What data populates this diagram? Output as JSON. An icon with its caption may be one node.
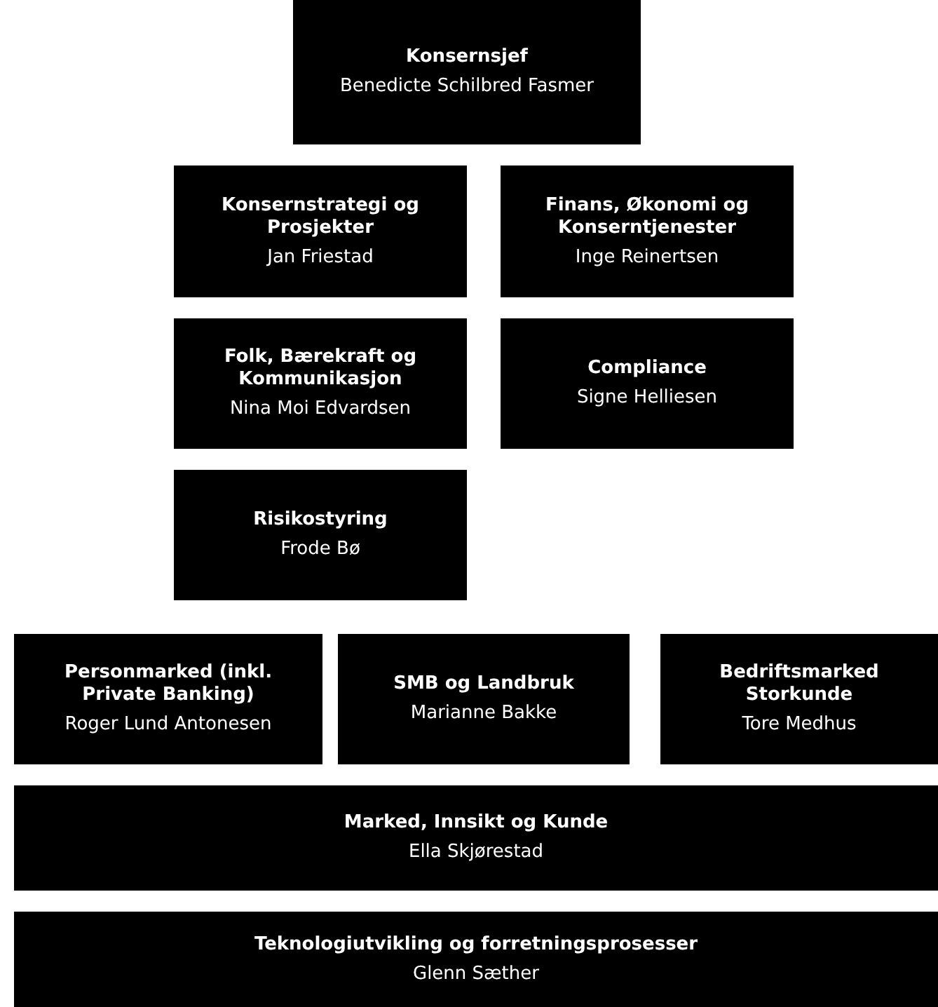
{
  "diagram": {
    "nodes": [
      {
        "text": [
          "Konsernsjef",
          "Benedicte Schilbred Fasmer"
        ]
      },
      {
        "text": [
          "Konsernstrategi og Prosjekter",
          "Jan Friestad"
        ]
      },
      {
        "text": [
          "Finans, Økonomi og Konserntjenester",
          "Inge Reinertsen"
        ]
      },
      {
        "text": [
          "Folk, Bærekraft og Kommunikasjon",
          "Nina Moi Edvardsen"
        ]
      },
      {
        "text": [
          "Compliance",
          "Signe Helliesen"
        ]
      },
      {
        "text": [
          "Risikostyring",
          "Frode Bø"
        ]
      },
      {
        "text": [
          "Personmarked (inkl. Private Banking)",
          "Roger Lund Antonesen"
        ]
      },
      {
        "text": [
          "SMB og Landbruk",
          "Marianne Bakke"
        ]
      },
      {
        "text": [
          "Bedriftsmarked Storkunde",
          "Tore Medhus"
        ]
      },
      {
        "text": [
          "Marked, Innsikt og Kunde",
          "Ella Skjørestad"
        ]
      },
      {
        "text": [
          "Teknologiutvikling og forretningsprosesser",
          "Glenn Sæther"
        ]
      }
    ]
  }
}
